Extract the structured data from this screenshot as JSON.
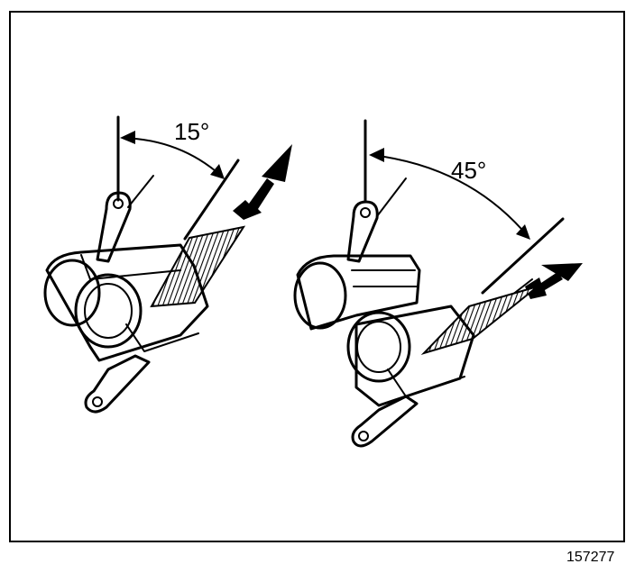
{
  "figure": {
    "left_view": {
      "angle_label": "15°",
      "angle_deg": 15
    },
    "right_view": {
      "angle_label": "45°",
      "angle_deg": 45
    },
    "figure_number": "157277"
  }
}
